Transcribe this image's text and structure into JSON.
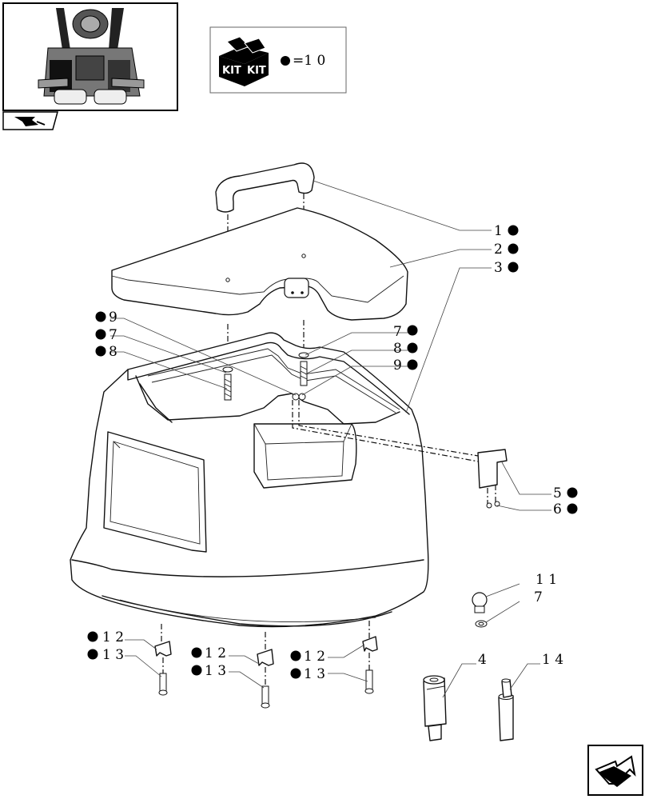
{
  "kit_legend": {
    "icon": "kit-box-icon",
    "box_labels": [
      "KIT",
      "KIT"
    ],
    "text": "=1 0"
  },
  "callouts": [
    {
      "id": "c1",
      "text": "1"
    },
    {
      "id": "c2",
      "text": "2"
    },
    {
      "id": "c3",
      "text": "3"
    },
    {
      "id": "c9l",
      "text": "9"
    },
    {
      "id": "c7l",
      "text": "7"
    },
    {
      "id": "c8l",
      "text": "8"
    },
    {
      "id": "c7r",
      "text": "7"
    },
    {
      "id": "c8r",
      "text": "8"
    },
    {
      "id": "c9r",
      "text": "9"
    },
    {
      "id": "c5",
      "text": "5"
    },
    {
      "id": "c6",
      "text": "6"
    },
    {
      "id": "c11",
      "text": "1 1"
    },
    {
      "id": "c7b",
      "text": "7"
    },
    {
      "id": "c12a",
      "text": "1 2"
    },
    {
      "id": "c13a",
      "text": "1 3"
    },
    {
      "id": "c12b",
      "text": "1 2"
    },
    {
      "id": "c13b",
      "text": "1 3"
    },
    {
      "id": "c12c",
      "text": "1 2"
    },
    {
      "id": "c13c",
      "text": "1 3"
    },
    {
      "id": "c4",
      "text": "4"
    },
    {
      "id": "c14",
      "text": "1 4"
    }
  ],
  "icons": {
    "thumbnail": "tractor-cab-thumbnail-icon",
    "prev_page": "previous-page-arrow-icon",
    "next_page": "next-page-arrow-icon"
  },
  "colors": {
    "line": "#111111",
    "background": "#ffffff"
  }
}
